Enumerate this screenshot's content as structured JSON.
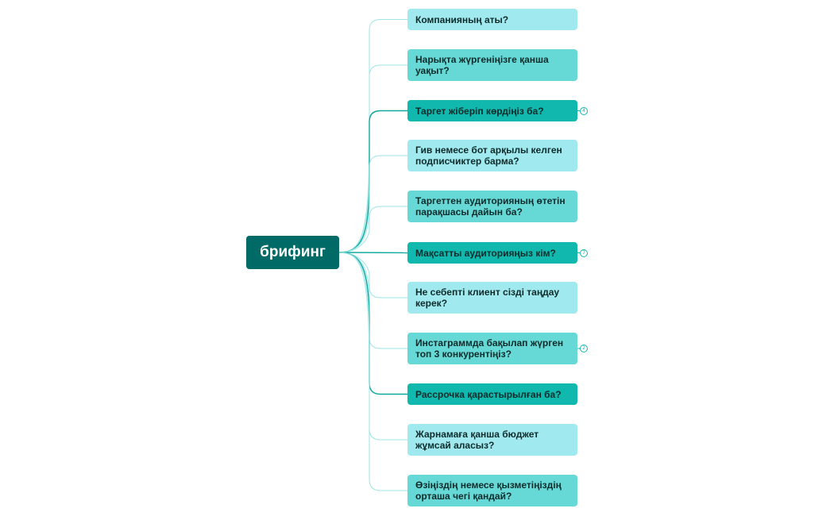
{
  "root": {
    "label": "брифинг"
  },
  "colors": {
    "root_bg": "#006b66",
    "light": "#a0eaef",
    "medium": "#66d9d6",
    "dark": "#10b8ad",
    "line_light": "#9ee6e6",
    "line_dark": "#10a89e"
  },
  "topics": [
    {
      "text": "Компанияның аты?",
      "shade": "light"
    },
    {
      "text": "Нарықта жүргеніңізге қанша уақыт?",
      "shade": "medium"
    },
    {
      "text": "Таргет жіберіп көрдіңіз ба?",
      "shade": "dark",
      "collapsed_count": "4"
    },
    {
      "text": "Гив немесе бот арқылы келген подписчиктер барма?",
      "shade": "light"
    },
    {
      "text": "Таргеттен аудиторияның өтетін парақшасы дайын ба?",
      "shade": "medium"
    },
    {
      "text": "Мақсатты аудиторияңыз кім?",
      "shade": "dark",
      "collapsed_count": "7"
    },
    {
      "text": "Не себепті клиент сізді таңдау керек?",
      "shade": "light"
    },
    {
      "text": "Инстаграммда бақылап жүрген топ 3 конкурентіңіз?",
      "shade": "medium",
      "collapsed_count": "2"
    },
    {
      "text": "Рассрочка қарастырылған ба?",
      "shade": "dark"
    },
    {
      "text": "Жарнамаға қанша бюджет жұмсай аласыз?",
      "shade": "light"
    },
    {
      "text": "Өзіңіздің немесе қызметіңіздің орташа чегі қандай?",
      "shade": "medium"
    }
  ]
}
